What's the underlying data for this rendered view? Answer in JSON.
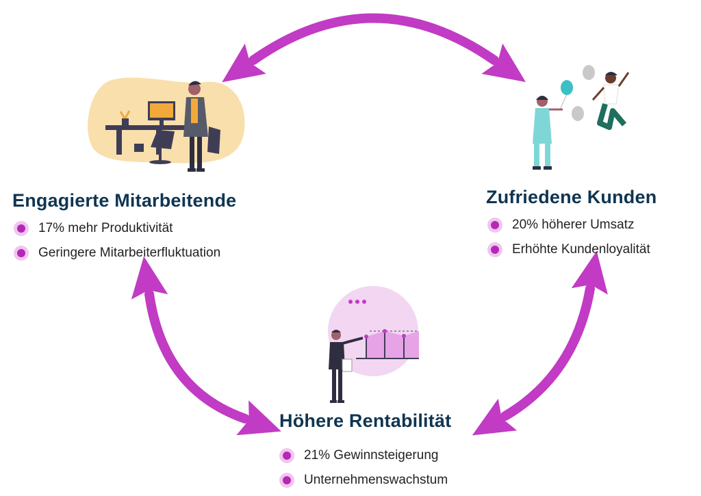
{
  "colors": {
    "arrow": "#c13bc4",
    "title": "#0f3551",
    "bullet_outer": "#f0c6ee",
    "bullet_inner": "#b428b8",
    "blob": "#f8dfac"
  },
  "nodes": {
    "employees": {
      "title": "Engagierte Mitarbeitende",
      "bullets": [
        "17% mehr Produktivität",
        "Geringere Mitarbeiterfluktuation"
      ]
    },
    "customers": {
      "title": "Zufriedene Kunden",
      "bullets": [
        "20% höherer Umsatz",
        "Erhöhte Kundenloyalität"
      ]
    },
    "profit": {
      "title": "Höhere Rentabilität",
      "bullets": [
        "21% Gewinnsteigerung",
        "Unternehmenswachstum"
      ]
    }
  },
  "icons": [
    "office-worker-illustration",
    "happy-customers-illustration",
    "presentation-chart-illustration"
  ]
}
